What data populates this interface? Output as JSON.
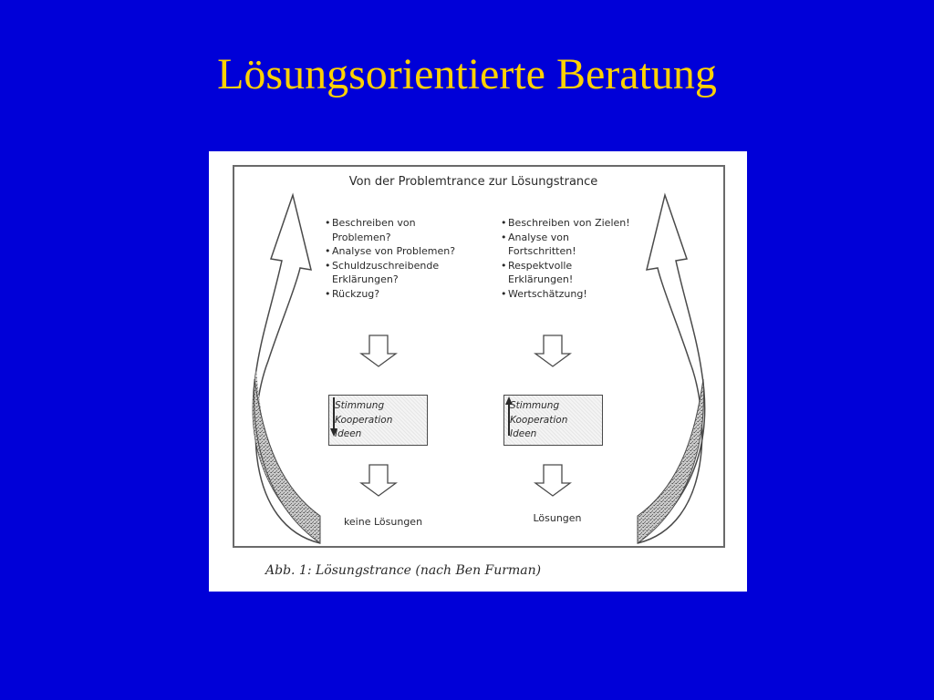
{
  "slide": {
    "title": "Lösungsorientierte Beratung"
  },
  "diagram": {
    "title": "Von der Problemtrance zur Lösungstrance",
    "problem_side": {
      "bullets": [
        "Beschreiben von\nProblemen?",
        "Analyse von Problemen?",
        "Schuldzuschreibende\nErklärungen?",
        "Rückzug?"
      ],
      "state_lines": [
        "Stimmung",
        "Kooperation",
        "Ideen"
      ],
      "state_trend": "down",
      "result": "keine Lösungen"
    },
    "solution_side": {
      "bullets": [
        "Beschreiben von Zielen!",
        "Analyse von\nFortschritten!",
        "Respektvolle\nErklärungen!",
        "Wertschätzung!"
      ],
      "state_lines": [
        "Stimmung",
        "Kooperation",
        "Ideen"
      ],
      "state_trend": "up",
      "result": "Lösungen"
    },
    "caption": "Abb. 1: Lösungstrance (nach Ben Furman)"
  },
  "colors": {
    "background": "#0000d8",
    "title": "#ffd200",
    "figure_background": "#ffffff",
    "ink": "#2a2a2a"
  }
}
